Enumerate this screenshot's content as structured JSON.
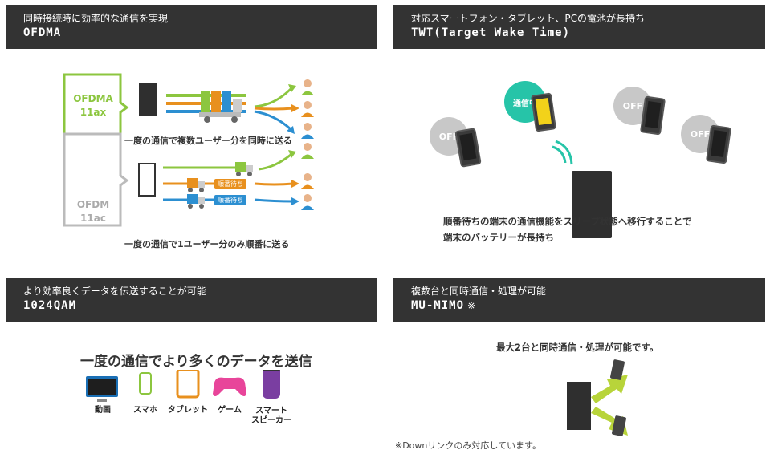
{
  "panels": {
    "ofdma": {
      "subtitle": "同時接続時に効率的な通信を実現",
      "title": "OFDMA",
      "box_primary": "OFDMA",
      "box_secondary": "11ax",
      "caption": "一度の通信で複数ユーザー分を同時に送る",
      "box2_primary": "OFDM",
      "box2_secondary": "11ac",
      "wait_label": "順番待ち",
      "caption2": "一度の通信で1ユーザー分のみ順番に送る"
    },
    "twt": {
      "subtitle": "対応スマートフォン・タブレット、PCの電池が長持ち",
      "title": "TWT(Target Wake Time)",
      "off_label": "OFF",
      "busy_label": "通信中",
      "description_line1": "順番待ちの端末の通信機能をスリープ状態へ移行することで",
      "description_line2": "端末のバッテリーが長持ち"
    },
    "qam": {
      "subtitle": "より効率良くデータを伝送することが可能",
      "title": "1024QAM",
      "headline": "一度の通信でより多くのデータを送信",
      "devices": [
        {
          "label": "動画",
          "icon": "tv-icon"
        },
        {
          "label": "スマホ",
          "icon": "smartphone-icon"
        },
        {
          "label": "タブレット",
          "icon": "tablet-icon"
        },
        {
          "label": "ゲーム",
          "icon": "gamepad-icon"
        },
        {
          "label": "スマート",
          "label2": "スピーカー",
          "icon": "smart-speaker-icon"
        }
      ]
    },
    "mumimo": {
      "subtitle": "複数台と同時通信・処理が可能",
      "title": "MU-MIMO",
      "title_note": "※",
      "headline": "最大2台と同時通信・処理が可能です。",
      "footnote": "※Downリンクのみ対応しています。"
    }
  },
  "colors": {
    "header_bg": "#333333",
    "green": "#8cc63f",
    "orange": "#e8901e",
    "blue": "#2c8fd1",
    "teal": "#26c4a8",
    "gray": "#c8c8c8"
  }
}
